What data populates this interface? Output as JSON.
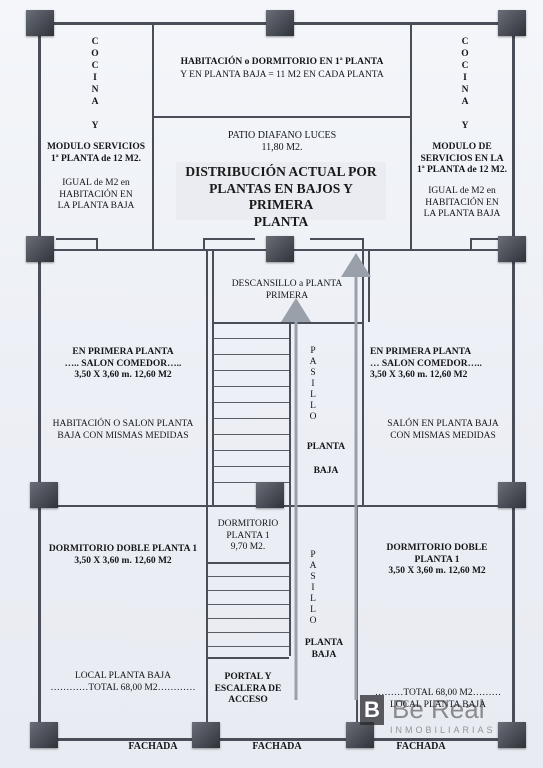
{
  "rooms": {
    "cocina_left": "C\nO\nC\nI\nN\nA\n\nY",
    "cocina_right": "C\nO\nC\nI\nN\nA\n\nY",
    "habitacion_top_line1": "HABITACIÓN o DORMITORIO EN 1ª PLANTA",
    "habitacion_top_line2": "Y  EN  PLANTA  BAJA =  11 M2 EN CADA PLANTA",
    "patio": "PATIO DIAFANO LUCES\n11,80 M2.",
    "modulo_left": "MODULO SERVICIOS\n1ª PLANTA de 12 M2.",
    "igual_left": "IGUAL de M2 en\nHABITACIÓN EN\nLA PLANTA BAJA",
    "modulo_right": "MODULO DE\nSERVICIOS EN LA\n1ª PLANTA de 12 M2.",
    "igual_right": "IGUAL  de M2  en\nHABITACIÓN  EN\nLA PLANTA BAJA",
    "descansillo": "DESCANSILLO a PLANTA\nPRIMERA",
    "salon_left": "EN PRIMERA PLANTA\n….. SALON COMEDOR…..\n3,50 X 3,60 m. 12,60 M2",
    "habitacion_left_baja": "HABITACIÓN O SALON PLANTA\nBAJA CON MISMAS MEDIDAS",
    "salon_right": "EN PRIMERA PLANTA\n… SALON COMEDOR…..\n3,50 X 3,60 m. 12,60 M2",
    "salon_right_baja": "SALÓN EN PLANTA BAJA\nCON MISMAS MEDIDAS",
    "pasillo_upper": "P\nA\nS\nI\nL\nL\nO",
    "planta_baja_upper": "PLANTA\n\nBAJA",
    "dormitorio_doble_left": "DORMITORIO DOBLE PLANTA 1\n3,50 X 3,60 m. 12,60 M2",
    "dormitorio_center": "DORMITORIO\nPLANTA 1\n9,70 M2.",
    "pasillo_lower": "P\nA\nS\nI\nL\nL\nO",
    "planta_baja_lower": "PLANTA\nBAJA",
    "dormitorio_doble_right": "DORMITORIO DOBLE\nPLANTA 1\n3,50 X 3,60 m. 12,60 M2",
    "local_left": "LOCAL PLANTA BAJA\n…………TOTAL 68,00 M2…………",
    "portal": "PORTAL Y\nESCALERA DE\nACCESO",
    "local_right": "………TOTAL 68,00 M2………\nLOCAL PLANTA BAJA"
  },
  "title": "DISTRIBUCIÓN ACTUAL POR\nPLANTAS EN BAJOS Y PRIMERA\nPLANTA",
  "fachada": [
    "FACHADA",
    "FACHADA",
    "FACHADA"
  ],
  "logo": {
    "mark": "B",
    "name": "Be Real",
    "tagline": "INMOBILIARIAS"
  },
  "colors": {
    "wall": "#4a4e58",
    "pillar": "#3a3d44",
    "background": "#eef0f5"
  }
}
